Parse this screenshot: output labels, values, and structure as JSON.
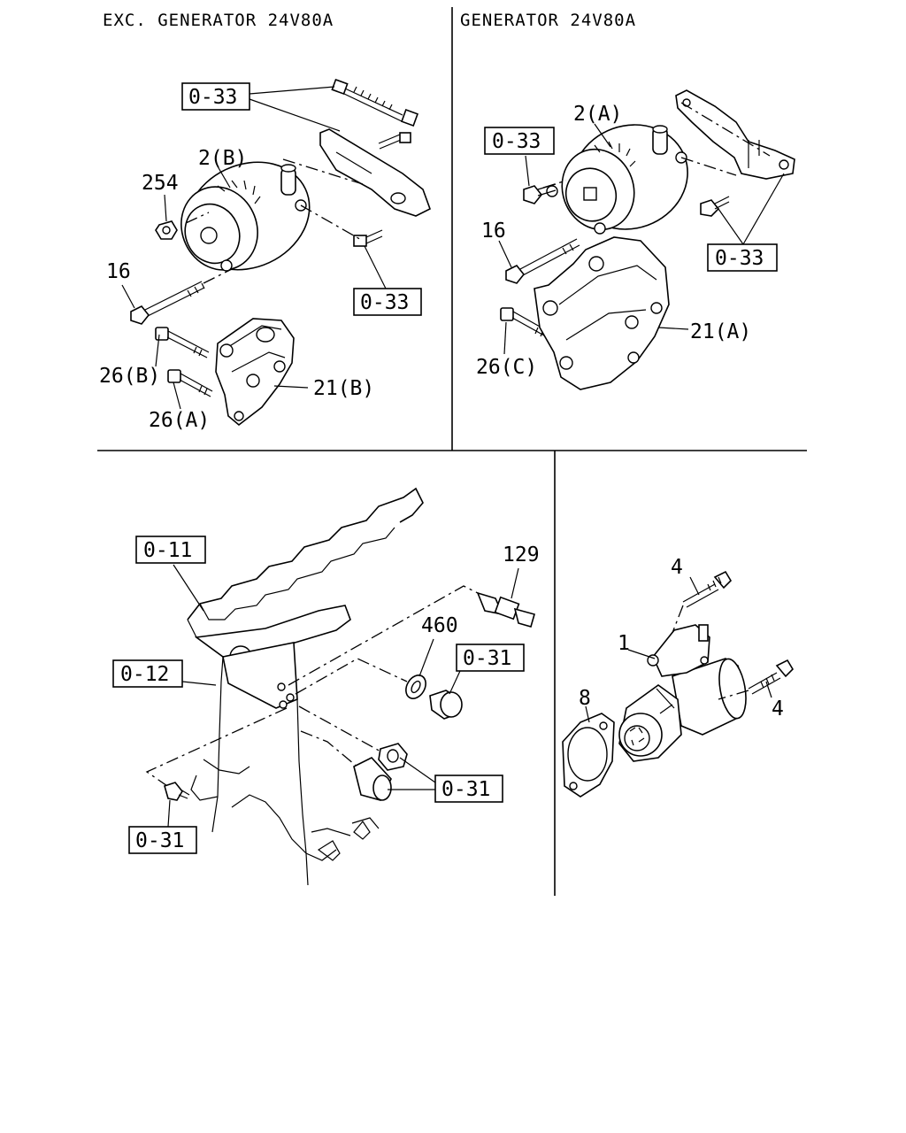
{
  "panels": {
    "top_left": {
      "title": "EXC. GENERATOR 24V80A"
    },
    "top_right": {
      "title": "GENERATOR 24V80A"
    }
  },
  "callouts": {
    "tl_ref_a": "0-33",
    "tl_ref_b": "0-33",
    "tl_2b": "2(B)",
    "tl_254": "254",
    "tl_16": "16",
    "tl_26b": "26(B)",
    "tl_26a": "26(A)",
    "tl_21b": "21(B)",
    "tr_ref_a": "0-33",
    "tr_ref_b": "0-33",
    "tr_2a": "2(A)",
    "tr_16": "16",
    "tr_26c": "26(C)",
    "tr_21a": "21(A)",
    "bl_ref_011": "0-11",
    "bl_ref_012": "0-12",
    "bl_129": "129",
    "bl_460": "460",
    "bl_ref_031_a": "0-31",
    "bl_ref_031_b": "0-31",
    "bl_ref_031_c": "0-31",
    "br_4_top": "4",
    "br_4_right": "4",
    "br_1": "1",
    "br_8": "8"
  }
}
